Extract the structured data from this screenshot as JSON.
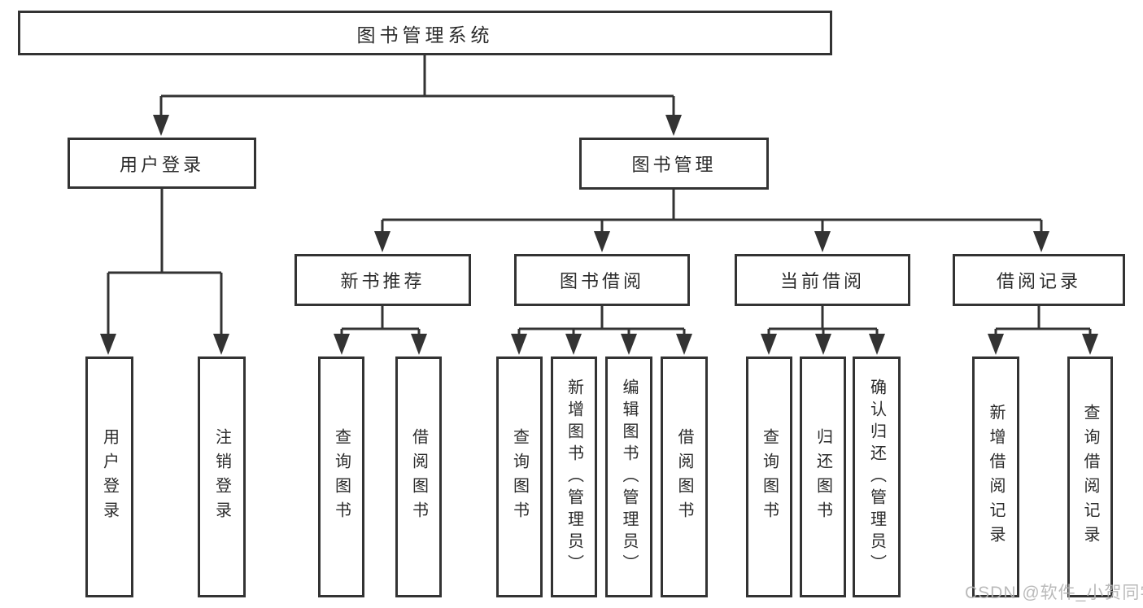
{
  "diagram": {
    "type": "hierarchy",
    "nodes": {
      "root": {
        "label": "图书管理系统"
      },
      "user_login": {
        "label": "用户登录"
      },
      "book_mgmt": {
        "label": "图书管理"
      },
      "new_book_rec": {
        "label": "新书推荐"
      },
      "book_borrow": {
        "label": "图书借阅"
      },
      "current_borrow": {
        "label": "当前借阅"
      },
      "borrow_records": {
        "label": "借阅记录"
      },
      "leaf_user_login": {
        "label": "用户登录"
      },
      "leaf_logout": {
        "label": "注销登录"
      },
      "leaf_query_books_a": {
        "label": "查询图书"
      },
      "leaf_borrow_books_a": {
        "label": "借阅图书"
      },
      "leaf_query_books_b": {
        "label": "查询图书"
      },
      "leaf_add_books": {
        "label": "新增图书（管理员）"
      },
      "leaf_edit_books": {
        "label": "编辑图书（管理员）"
      },
      "leaf_borrow_books_b": {
        "label": "借阅图书"
      },
      "leaf_query_books_c": {
        "label": "查询图书"
      },
      "leaf_return_books": {
        "label": "归还图书"
      },
      "leaf_confirm_return": {
        "label": "确认归还（管理员）"
      },
      "leaf_add_record": {
        "label": "新增借阅记录"
      },
      "leaf_query_record": {
        "label": "查询借阅记录"
      }
    },
    "hierarchy": {
      "图书管理系统": [
        "用户登录",
        "图书管理"
      ],
      "用户登录": [
        "用户登录",
        "注销登录"
      ],
      "图书管理": [
        "新书推荐",
        "图书借阅",
        "当前借阅",
        "借阅记录"
      ],
      "新书推荐": [
        "查询图书",
        "借阅图书"
      ],
      "图书借阅": [
        "查询图书",
        "新增图书（管理员）",
        "编辑图书（管理员）",
        "借阅图书"
      ],
      "当前借阅": [
        "查询图书",
        "归还图书",
        "确认归还（管理员）"
      ],
      "借阅记录": [
        "新增借阅记录",
        "查询借阅记录"
      ]
    },
    "colors": {
      "line": "#333333",
      "box_border": "#333333",
      "box_fill": "#ffffff",
      "text": "#2b2b2b"
    }
  },
  "watermark": {
    "text": "CSDN @软件_小贺同学",
    "color": "#b3b3b3"
  }
}
